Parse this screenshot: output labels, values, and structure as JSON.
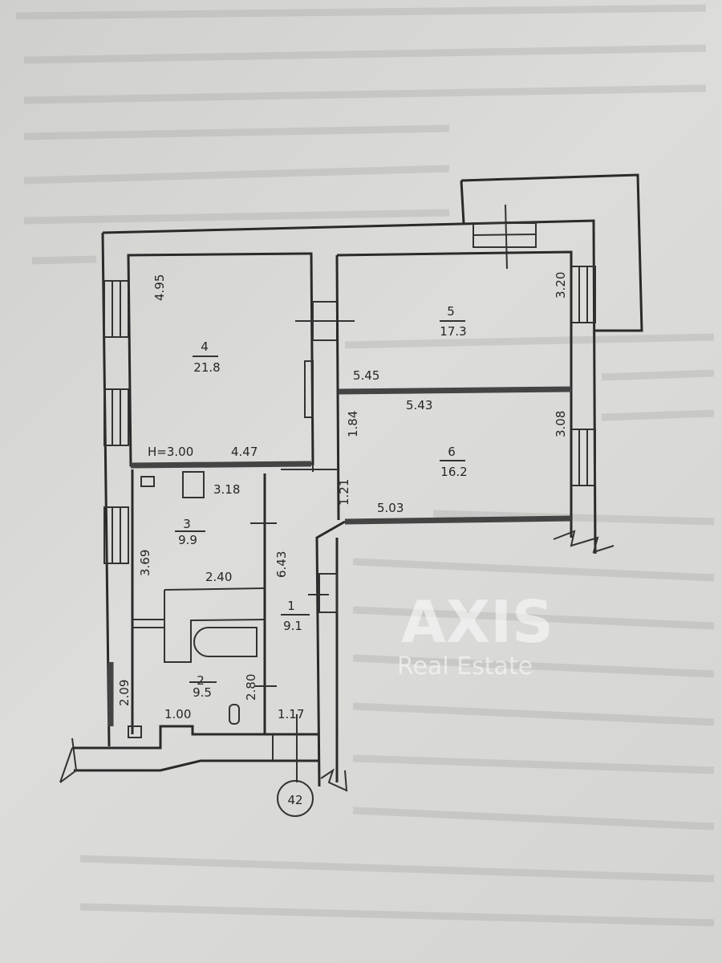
{
  "watermark": {
    "brand": "AXIS",
    "subtitle": "Real Estate"
  },
  "rooms": [
    {
      "number": "1",
      "area": "9.1"
    },
    {
      "number": "2",
      "area": "9.5"
    },
    {
      "number": "3",
      "area": "9.9"
    },
    {
      "number": "4",
      "area": "21.8"
    },
    {
      "number": "5",
      "area": "17.3"
    },
    {
      "number": "6",
      "area": "16.2"
    }
  ],
  "dimensions": {
    "room4_height": "4.95",
    "room4_width": "4.47",
    "ceiling_height": "H=3.00",
    "room5_height": "3.20",
    "room5_width": "5.45",
    "room6_width_top": "5.43",
    "room6_height": "3.08",
    "room6_left": "1.84",
    "room6_width_bottom": "5.03",
    "small_01": "1.21",
    "kitchen_width_top": "3.18",
    "kitchen_height": "3.69",
    "kitchen_width_bottom": "2.40",
    "corridor_length": "6.43",
    "bath_height": "2.80",
    "bath_left": "2.09",
    "bath_width": "1.00",
    "entrance_width": "1.17"
  },
  "building_number": "42"
}
